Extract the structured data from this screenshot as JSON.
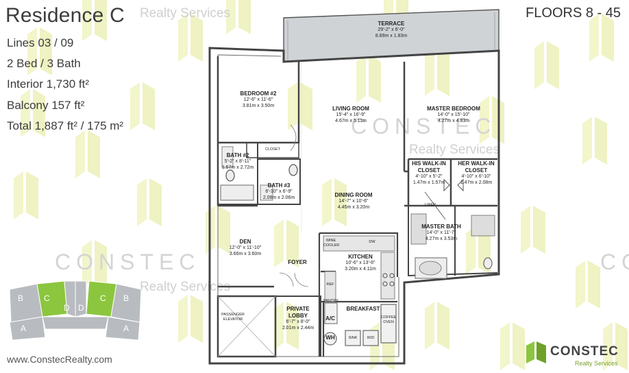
{
  "header": {
    "title": "Residence C",
    "floors": "FLOORS 8 - 45"
  },
  "specs": {
    "lines": "Lines 03 / 09",
    "beds_baths": "2 Bed / 3 Bath",
    "interior": "Interior 1,730 ft²",
    "balcony": "Balcony 157 ft²",
    "total": "Total 1,887 ft² / 175 m²"
  },
  "watermarks": {
    "realty": "Realty Services",
    "brand": "CONSTEC"
  },
  "rooms": {
    "terrace": {
      "name": "TERRACE",
      "dims": "29'-2\" x 6'-0\"",
      "metric": "8.89m x 1.83m"
    },
    "bedroom2": {
      "name": "BEDROOM #2",
      "dims": "12'-6\" x 11'-6\"",
      "metric": "3.81m x 3.50m"
    },
    "living": {
      "name": "LIVING ROOM",
      "dims": "15'-4\" x 16'-9\"",
      "metric": "4.67m x 5.11m"
    },
    "master_bed": {
      "name": "MASTER BEDROOM",
      "dims": "14'-0\" x 15'-10\"",
      "metric": "4.27m x 4.83m"
    },
    "closet": {
      "name": "CLOSET"
    },
    "bath2": {
      "name": "BATH #2",
      "dims": "5'-2\" x 8'-11\"",
      "metric": "1.57m x 2.72m"
    },
    "bath3": {
      "name": "BATH #3",
      "dims": "6'-10\" x 6'-9\"",
      "metric": "2.08m x 2.06m"
    },
    "his_closet": {
      "name": "HIS WALK-IN CLOSET",
      "dims": "4'-10\" x 5'-2\"",
      "metric": "1.47m x 1.57m"
    },
    "her_closet": {
      "name": "HER WALK-IN CLOSET",
      "dims": "4'-10\" x 6'-10\"",
      "metric": "1.47m x 2.08m"
    },
    "dining": {
      "name": "DINING ROOM",
      "dims": "14'-7\" x 10'-6\"",
      "metric": "4.45m x 3.20m"
    },
    "linen": {
      "name": "LINEN"
    },
    "master_bath": {
      "name": "MASTER BATH",
      "dims": "14'-0\" x 11'-7\"",
      "metric": "4.27m x 3.53m"
    },
    "den": {
      "name": "DEN",
      "dims": "12'-0\" x 11'-10\"",
      "metric": "3.66m x 3.60m"
    },
    "foyer": {
      "name": "FOYER"
    },
    "wine": {
      "name": "WINE COOLER"
    },
    "dw": {
      "name": "DW"
    },
    "kitchen": {
      "name": "KITCHEN",
      "dims": "10'-6\" x 13'-6\"",
      "metric": "3.20m x 4.11m"
    },
    "ref": {
      "name": "REF"
    },
    "pantry": {
      "name": "PANTRY"
    },
    "breakfast": {
      "name": "BREAKFAST"
    },
    "elevator": {
      "name": "PASSENGER ELEVATOR"
    },
    "lobby": {
      "name": "PRIVATE LOBBY",
      "dims": "6'-7\" x 8'-0\"",
      "metric": "2.01m x 2.44m"
    },
    "ac": {
      "name": "A/C"
    },
    "wh": {
      "name": "WH"
    },
    "sink": {
      "name": "SINK"
    },
    "whd": {
      "name": "W/D"
    },
    "coffee": {
      "name": "COFFEE OVEN"
    }
  },
  "keyplan": {
    "labels": [
      "B",
      "C",
      "D",
      "D",
      "C",
      "B",
      "A",
      "A"
    ],
    "highlight_color": "#8cc63f"
  },
  "footer": {
    "website": "www.ConstecRealty.com",
    "brand_name": "CONSTEC",
    "brand_sub": "Realty Services"
  },
  "colors": {
    "watermark_green": "#f3f5c8",
    "wall": "#555555",
    "terrace_fill": "#cfd3d6",
    "keyplan_gray": "#b8bcc0"
  }
}
